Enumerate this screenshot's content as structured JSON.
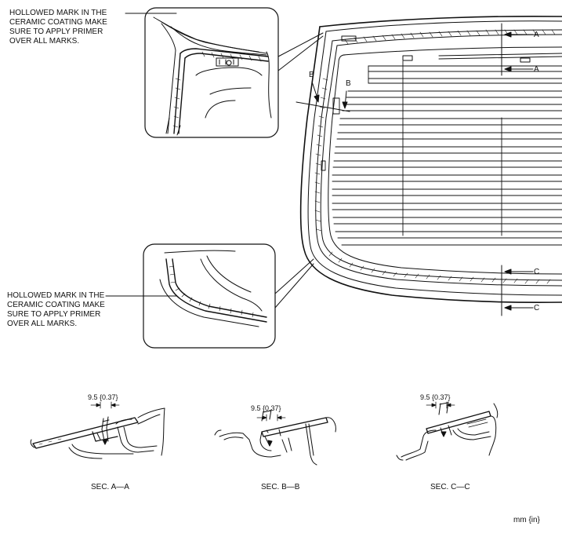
{
  "callouts": {
    "top_note": "HOLLOWED MARK IN THE\nCERAMIC COATING MAKE\nSURE TO APPLY PRIMER\nOVER ALL MARKS.",
    "bottom_note": "HOLLOWED MARK IN THE\nCERAMIC COATING MAKE\nSURE TO APPLY PRIMER\nOVER ALL MARKS."
  },
  "section_markers": {
    "a": "A",
    "b": "B",
    "c": "C"
  },
  "sections": [
    {
      "title": "SEC. A—A",
      "dimension": "9.5 {0.37}"
    },
    {
      "title": "SEC. B—B",
      "dimension": "9.5 {0.37}"
    },
    {
      "title": "SEC. C—C",
      "dimension": "9.5 {0.37}"
    }
  ],
  "units": "mm {in}",
  "colors": {
    "line": "#111111",
    "background": "#ffffff"
  }
}
